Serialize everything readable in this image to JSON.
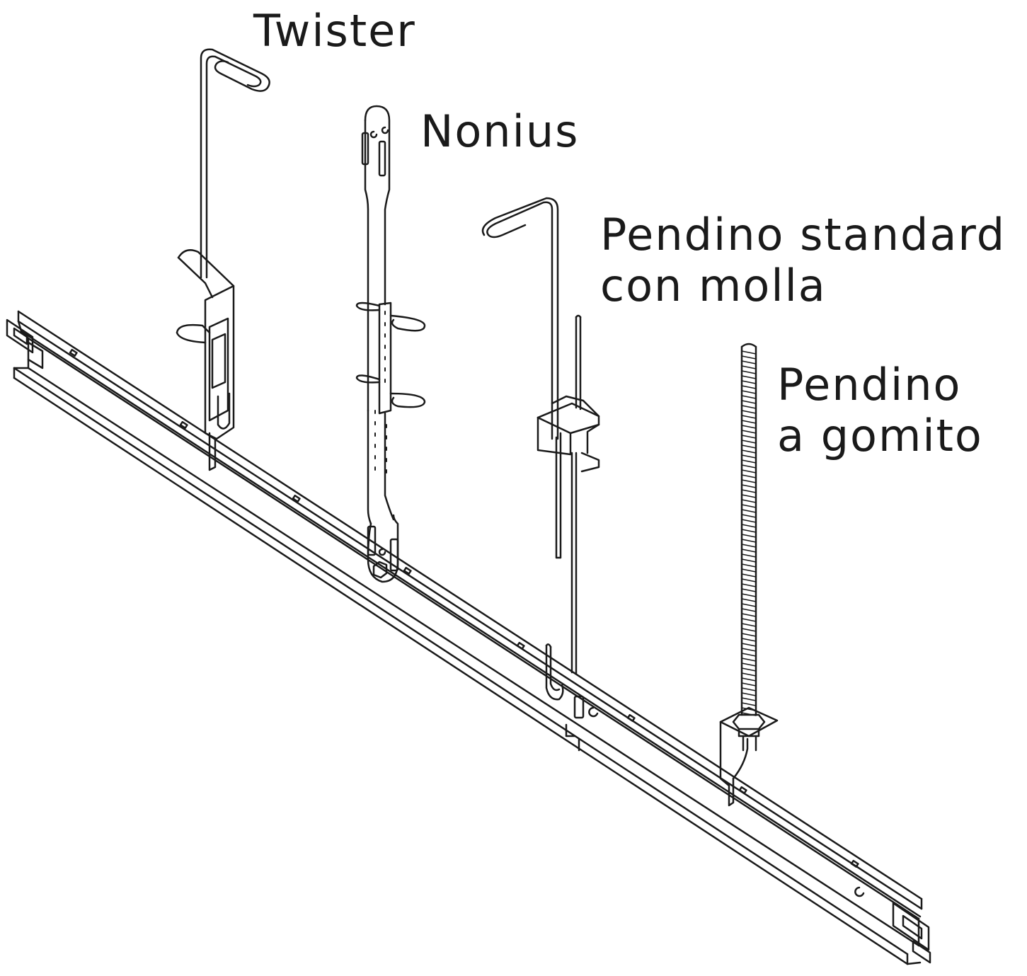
{
  "labels": {
    "twister": "Twister",
    "nonius": "Nonius",
    "standard_line1": "Pendino standard",
    "standard_line2": "con molla",
    "gomito_line1": "Pendino",
    "gomito_line2": "a gomito"
  },
  "colors": {
    "stroke": "#1a1a1a",
    "background": "#ffffff"
  }
}
